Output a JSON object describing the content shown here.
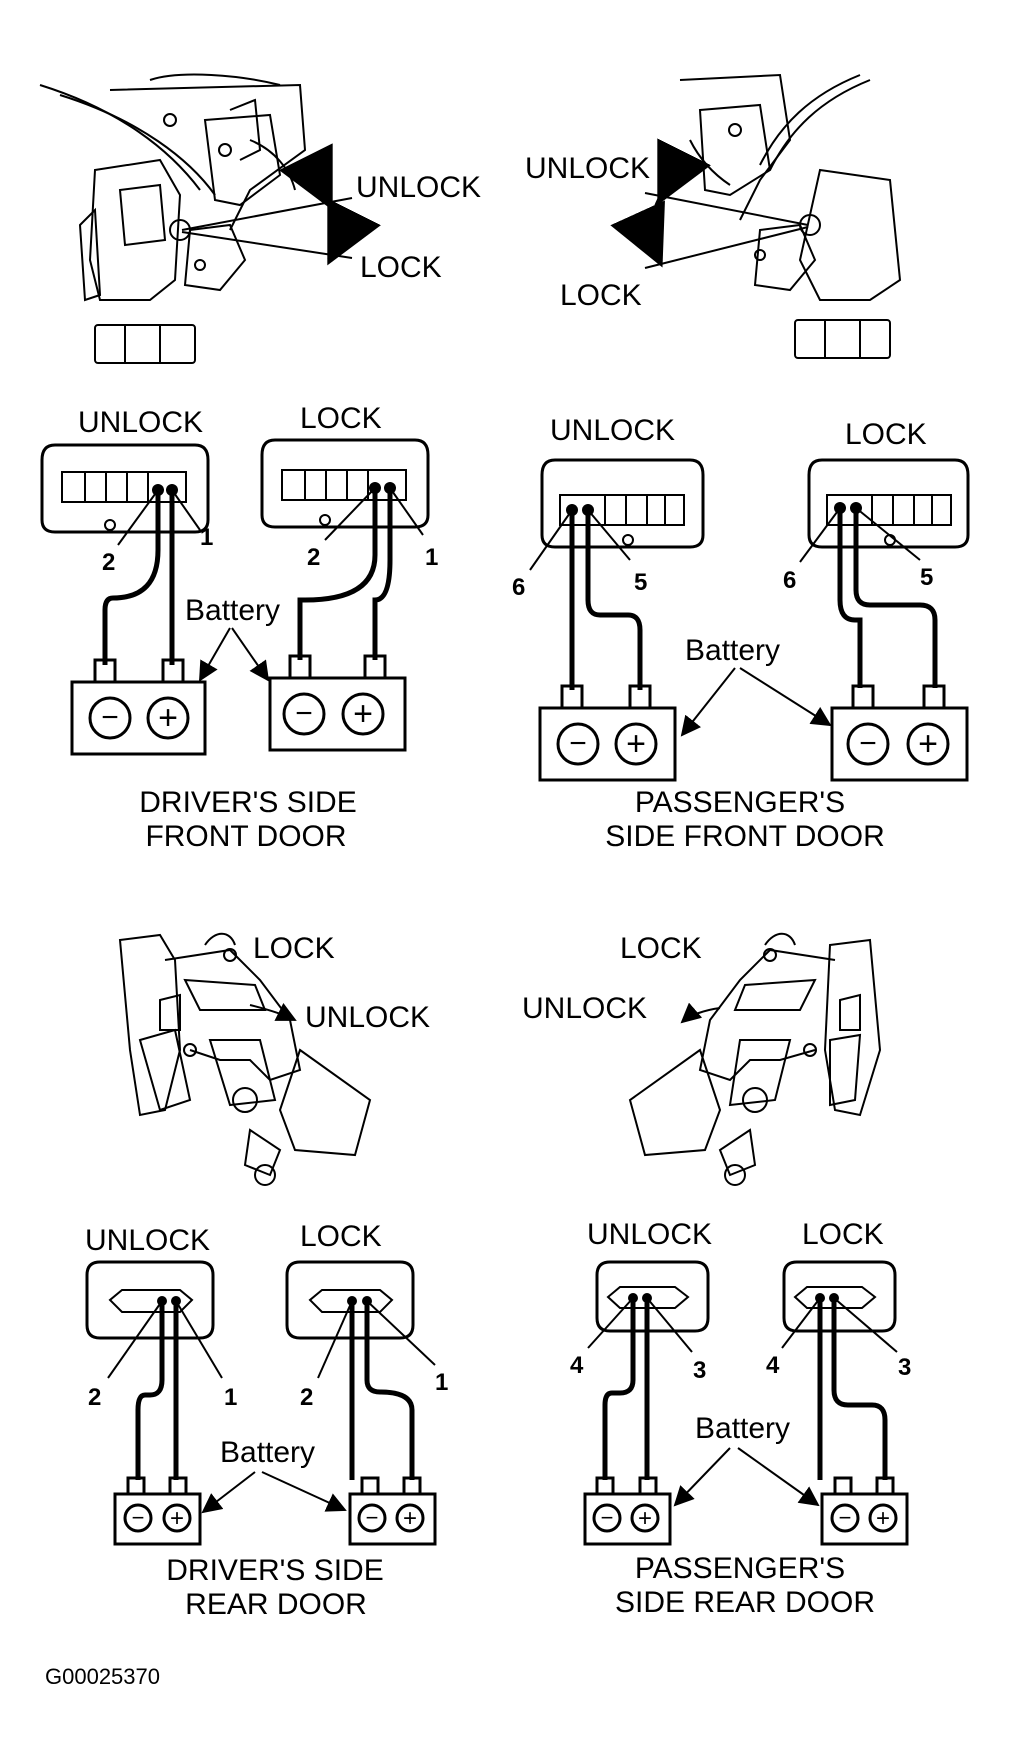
{
  "figure_id": "G00025370",
  "front": {
    "driver": {
      "lever_unlock": "UNLOCK",
      "lever_lock": "LOCK",
      "unlock_title": "UNLOCK",
      "lock_title": "LOCK",
      "pin_a": "2",
      "pin_b": "1",
      "battery": "Battery",
      "caption_line1": "DRIVER'S SIDE",
      "caption_line2": "FRONT DOOR"
    },
    "passenger": {
      "lever_unlock": "UNLOCK",
      "lever_lock": "LOCK",
      "unlock_title": "UNLOCK",
      "lock_title": "LOCK",
      "pin_a": "6",
      "pin_b": "5",
      "battery": "Battery",
      "caption_line1": "PASSENGER'S",
      "caption_line2": "SIDE FRONT DOOR"
    }
  },
  "rear": {
    "driver": {
      "lever_lock": "LOCK",
      "lever_unlock": "UNLOCK",
      "unlock_title": "UNLOCK",
      "lock_title": "LOCK",
      "pin_a": "2",
      "pin_b": "1",
      "battery": "Battery",
      "caption_line1": "DRIVER'S SIDE",
      "caption_line2": "REAR DOOR"
    },
    "passenger": {
      "lever_lock": "LOCK",
      "lever_unlock": "UNLOCK",
      "unlock_title": "UNLOCK",
      "lock_title": "LOCK",
      "pin_a": "4",
      "pin_b": "3",
      "battery": "Battery",
      "caption_line1": "PASSENGER'S",
      "caption_line2": "SIDE REAR DOOR"
    }
  },
  "symbols": {
    "minus": "−",
    "plus": "+"
  }
}
